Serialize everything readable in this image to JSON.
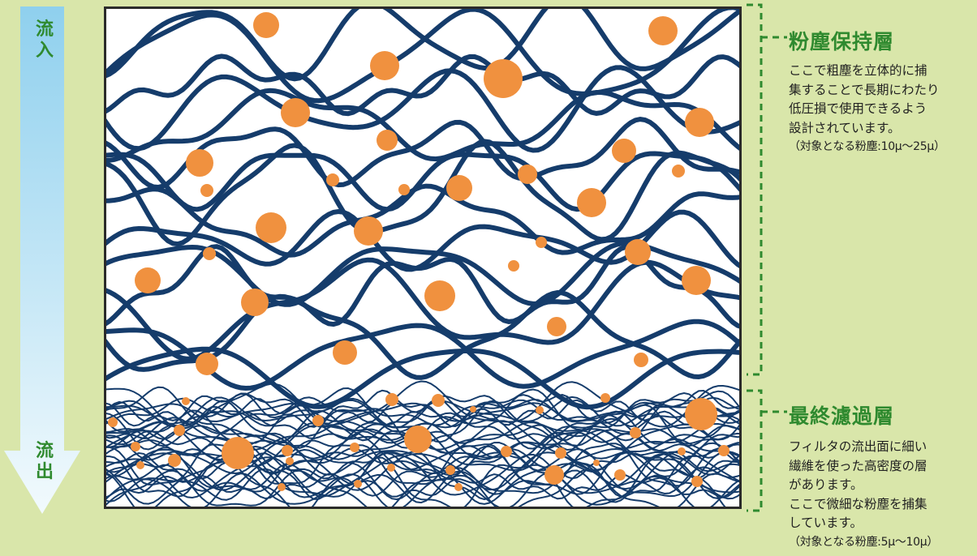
{
  "flow": {
    "inflow_label": "流入",
    "outflow_label": "流出",
    "arrow_top_color": "#8fd0ee",
    "arrow_bottom_color": "#f2fafd"
  },
  "diagram": {
    "fiber_color": "#153c6b",
    "dust_color": "#f0913f",
    "bracket_color": "#2f8a2f"
  },
  "layers": {
    "retention": {
      "title": "粉塵保持層",
      "lines": [
        "ここで粗塵を立体的に捕",
        "集することで長期にわたり",
        "低圧損で使用できるよう",
        "設計されています。"
      ],
      "note": "（対象となる粉塵:10μ〜25μ）"
    },
    "final": {
      "title": "最終濾過層",
      "lines": [
        "フィルタの流出面に細い",
        "繊維を使った高密度の層",
        "があります。",
        "ここで微細な粉塵を捕集",
        "しています。"
      ],
      "note": "（対象となる粉塵:5μ〜10μ）"
    }
  }
}
